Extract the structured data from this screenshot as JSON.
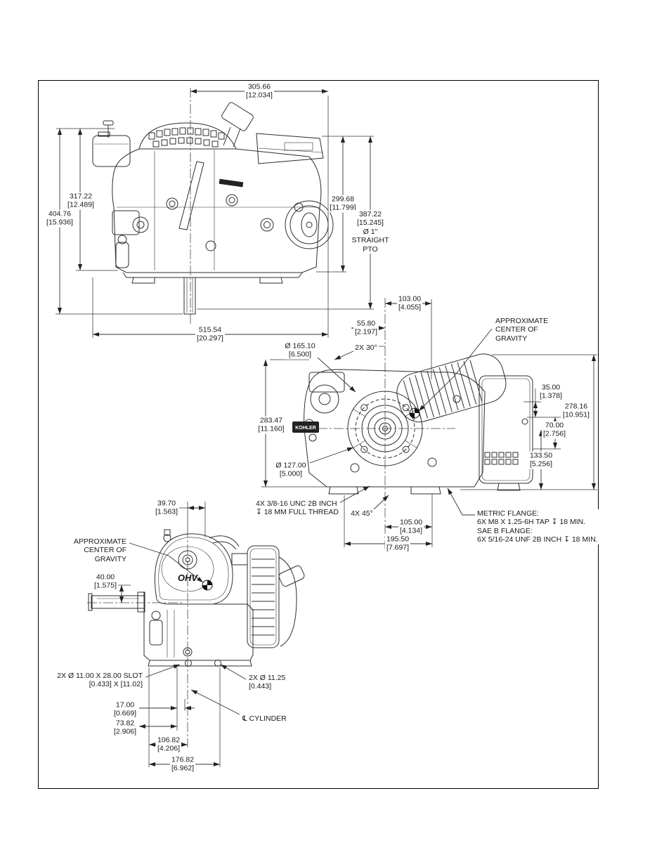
{
  "views": {
    "side": {
      "dim_width_center_to_right": {
        "mm": "305.66",
        "in": "[12.034]"
      },
      "dim_height_to_shroud": {
        "mm": "317.22",
        "in": "[12.489]"
      },
      "dim_height_overall": {
        "mm": "404.76",
        "in": "[15.936]"
      },
      "dim_height_right": {
        "mm": "299.68",
        "in": "[11.799]"
      },
      "pto_note": "387.22\n[15.245]\nØ 1\"\nSTRAIGHT\nPTO",
      "dim_length_overall": {
        "mm": "515.54",
        "in": "[20.297]"
      }
    },
    "pto": {
      "dim_103": {
        "mm": "103.00",
        "in": "[4.055]"
      },
      "dim_55": {
        "mm": "55.80",
        "in": "[2.197]"
      },
      "flange_dia": {
        "mm": "Ø 165.10",
        "in": "[6.500]"
      },
      "angle_30": "2X 30°",
      "cg_note": "APPROXIMATE\nCENTER OF\nGRAVITY",
      "dim_35": {
        "mm": "35.00",
        "in": "[1.378]"
      },
      "dim_278": {
        "mm": "278.16",
        "in": "[10.951]"
      },
      "dim_70": {
        "mm": "70.00",
        "in": "[2.756]"
      },
      "dim_133": {
        "mm": "133.50",
        "in": "[5.256]"
      },
      "dim_283": {
        "mm": "283.47",
        "in": "[11.160]"
      },
      "bolt_circle_dia": {
        "mm": "Ø 127.00",
        "in": "[5.000]"
      },
      "thread_note": "4X 3/8-16 UNC 2B INCH\n↧ 18 MM FULL THREAD",
      "angle_45": "4X 45°",
      "dim_105": {
        "mm": "105.00",
        "in": "[4.134]"
      },
      "dim_195": {
        "mm": "195.50",
        "in": "[7.697]"
      },
      "flange_note": "METRIC FLANGE:\n6X M8 X 1.25-6H TAP ↧ 18 MIN.\nSAE B FLANGE:\n6X 5/16-24 UNF 2B INCH ↧ 18 MIN.",
      "brand_plate": "KOHLER"
    },
    "front": {
      "dim_39": {
        "mm": "39.70",
        "in": "[1.563]"
      },
      "cg_note": "APPROXIMATE\nCENTER OF\nGRAVITY",
      "dim_40": {
        "mm": "40.00",
        "in": "[1.575]"
      },
      "slot_note": "2X Ø 11.00 X 28.00 SLOT\n[0.433] X [11.02]",
      "hole_note": "2X Ø 11.25\n[0.443]",
      "dim_17": {
        "mm": "17.00",
        "in": "[0.669]"
      },
      "dim_73": {
        "mm": "73.82",
        "in": "[2.906]"
      },
      "cylinder_cl": "℄ CYLINDER",
      "dim_106": {
        "mm": "106.82",
        "in": "[4.206]"
      },
      "dim_176": {
        "mm": "176.82",
        "in": "[6.962]"
      },
      "ohv_label": "OHV"
    }
  }
}
